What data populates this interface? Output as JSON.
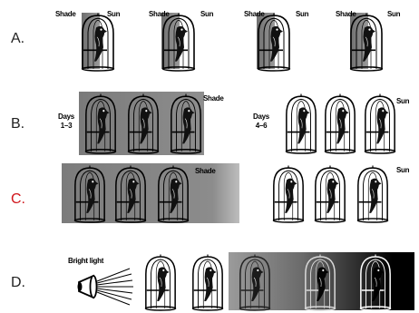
{
  "options": {
    "a": "A.",
    "b": "B.",
    "c": "C.",
    "d": "D."
  },
  "labels": {
    "shade": "Shade",
    "sun": "Sun",
    "days_first_line": "Days",
    "days_first_range": "1–3",
    "days_second_line": "Days",
    "days_second_range": "4–6",
    "bright_light": "Bright light"
  },
  "colors": {
    "option_text": "#222222",
    "option_c_highlight": "#d0141a",
    "shade_gray": "#8a8a8a"
  },
  "icons": [
    "birdcage-icon",
    "parrot-icon",
    "lamp-icon",
    "light-rays-icon"
  ]
}
